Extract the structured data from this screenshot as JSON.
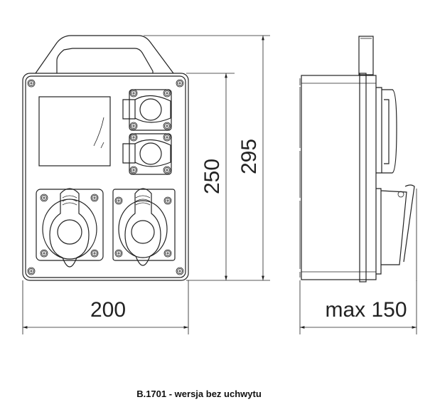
{
  "dimensions": {
    "width_front": "200",
    "height_body": "250",
    "height_total": "295",
    "depth": "max 150"
  },
  "caption": "B.1701 - wersja bez uchwytu",
  "colors": {
    "line": "#222222",
    "background": "#ffffff"
  }
}
